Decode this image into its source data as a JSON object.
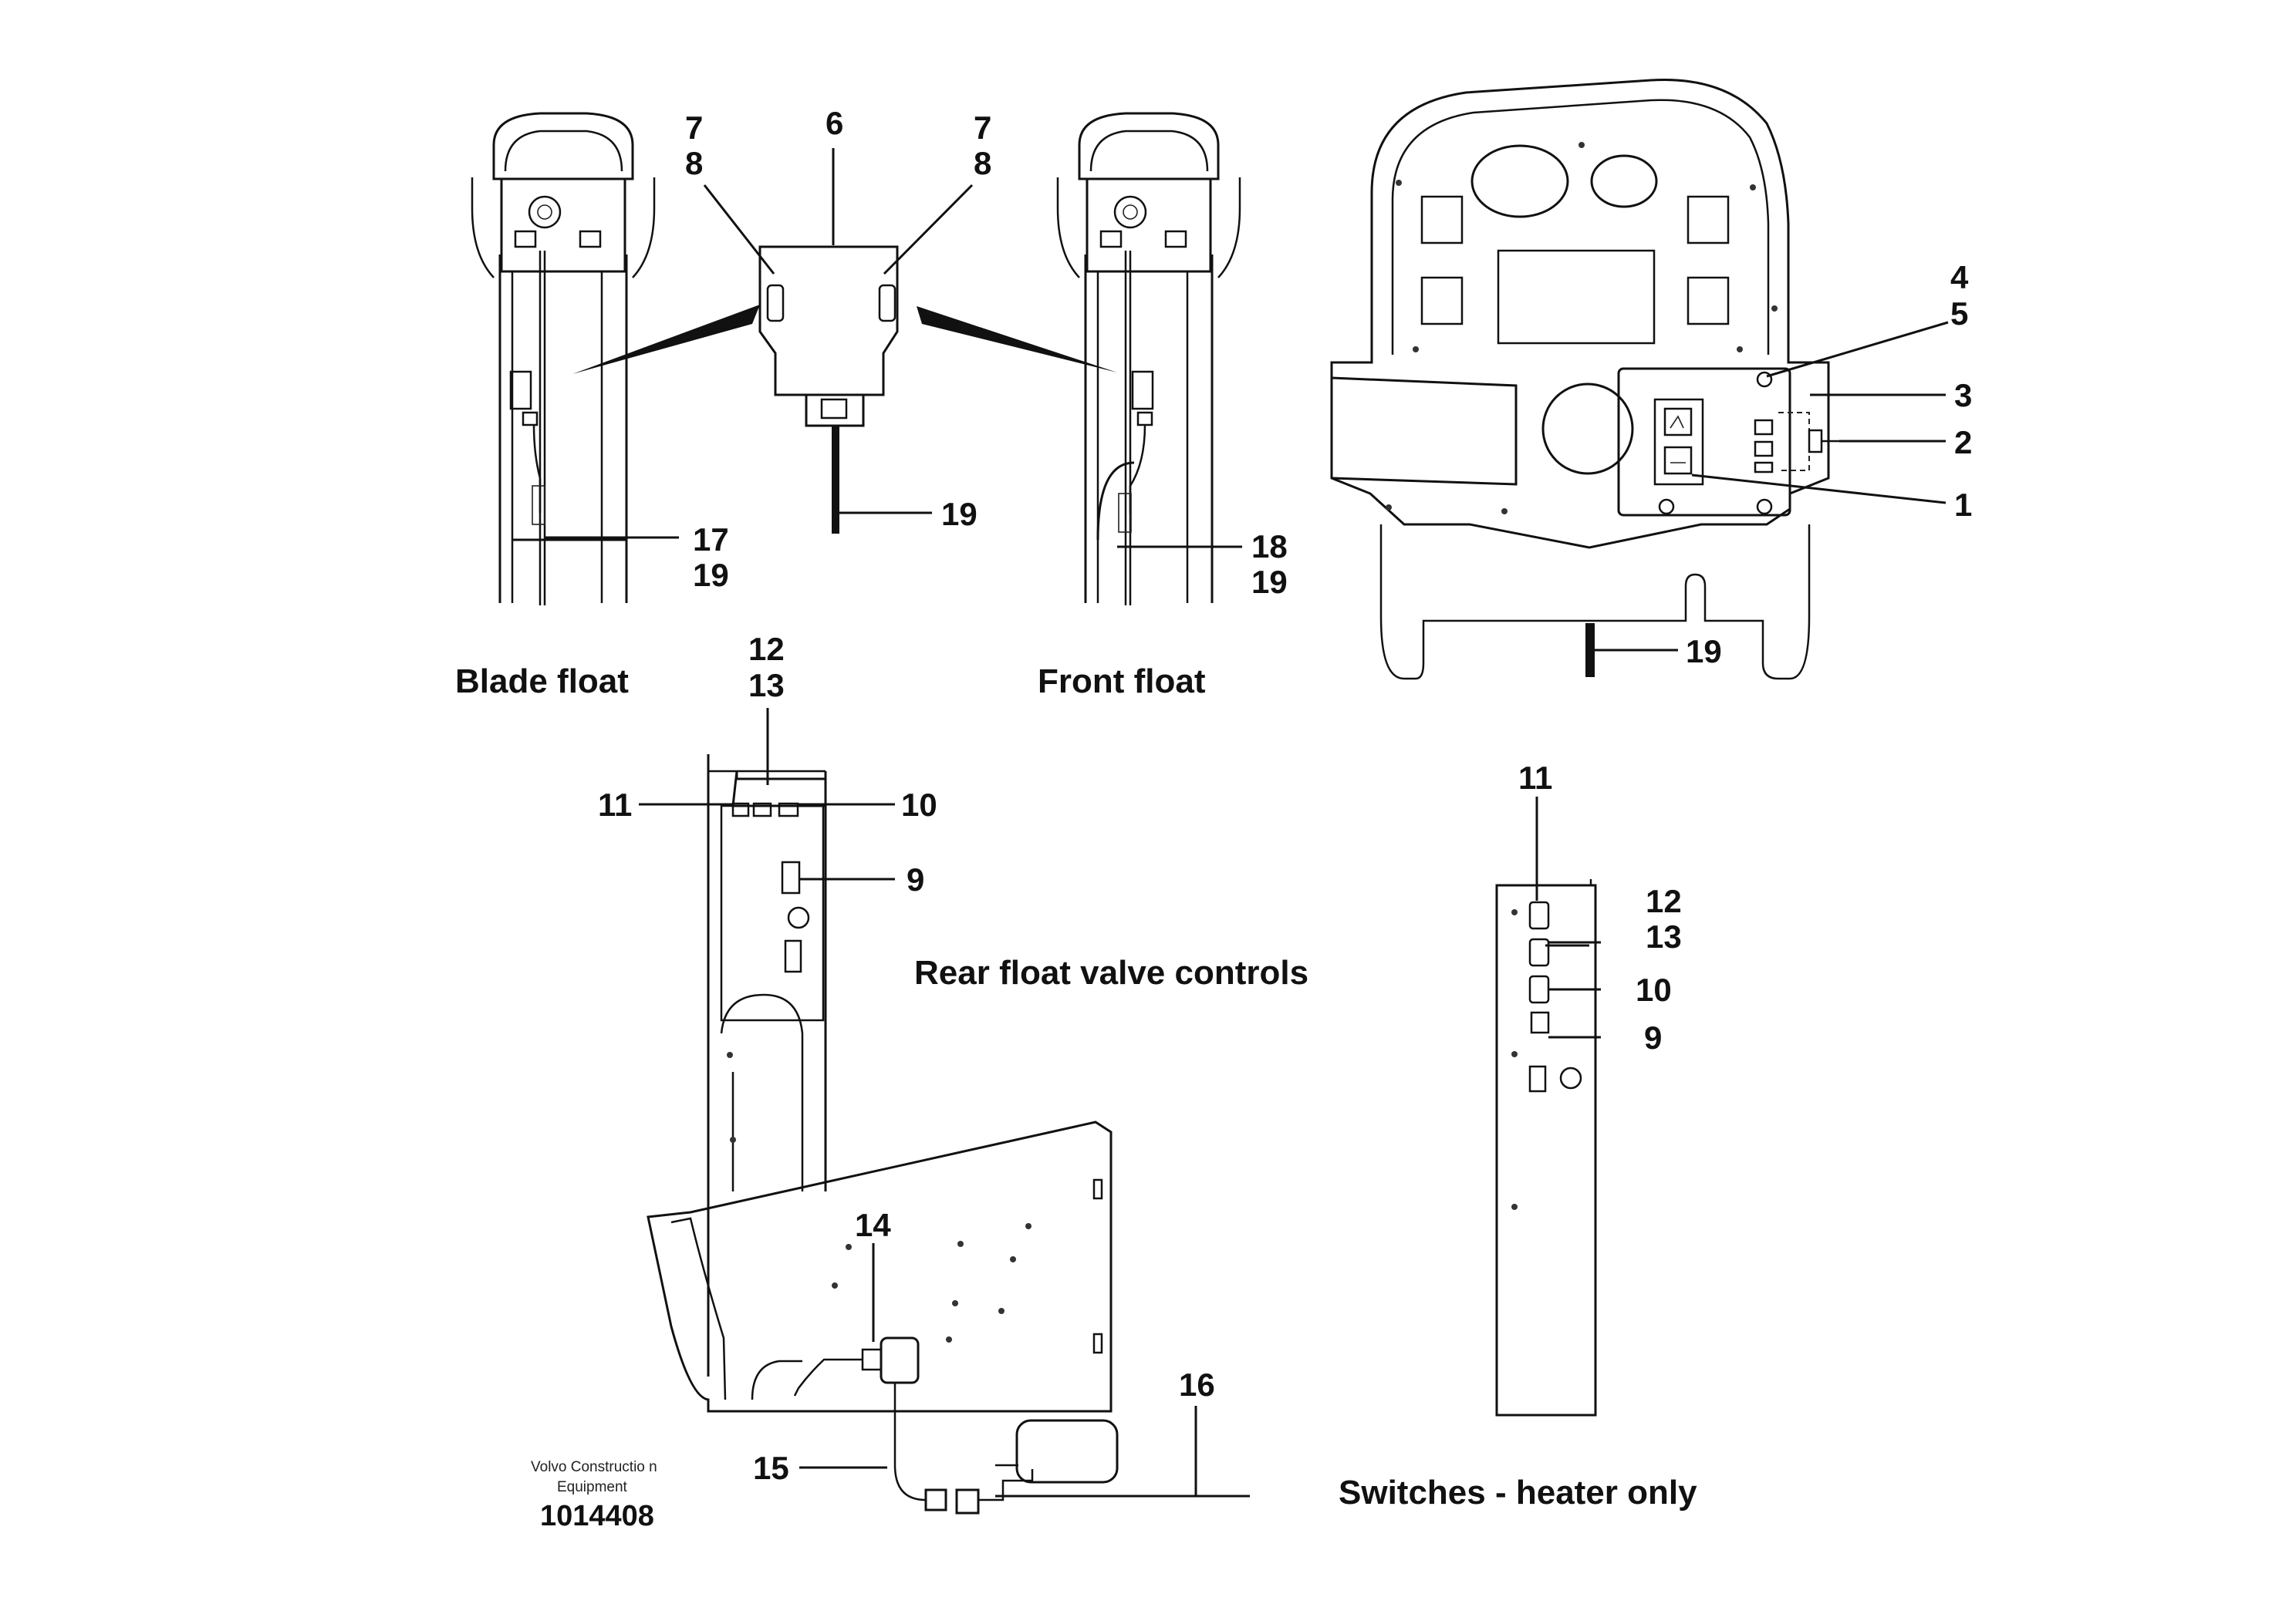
{
  "figure": {
    "captions": {
      "blade_float": "Blade float",
      "front_float": "Front float",
      "rear_float": "Rear float valve controls",
      "switches": "Switches - heater only"
    },
    "footer": {
      "brand_line1": "Volvo Constructio  n",
      "brand_line2": "Equipment",
      "doc_number": "1014408"
    },
    "callouts": {
      "c1": "1",
      "c2": "2",
      "c3": "3",
      "c4": "4",
      "c5": "5",
      "c6": "6",
      "c7a": "7",
      "c8a": "8",
      "c7b": "7",
      "c8b": "8",
      "c9a": "9",
      "c10a": "10",
      "c11a": "11",
      "c12a": "12",
      "c13a": "13",
      "c9b": "9",
      "c10b": "10",
      "c11b": "11",
      "c12b": "12",
      "c13b": "13",
      "c14": "14",
      "c15": "15",
      "c16": "16",
      "c17": "17",
      "c18": "18",
      "c19a": "19",
      "c19b": "19",
      "c19c": "19",
      "c19d": "19"
    }
  }
}
